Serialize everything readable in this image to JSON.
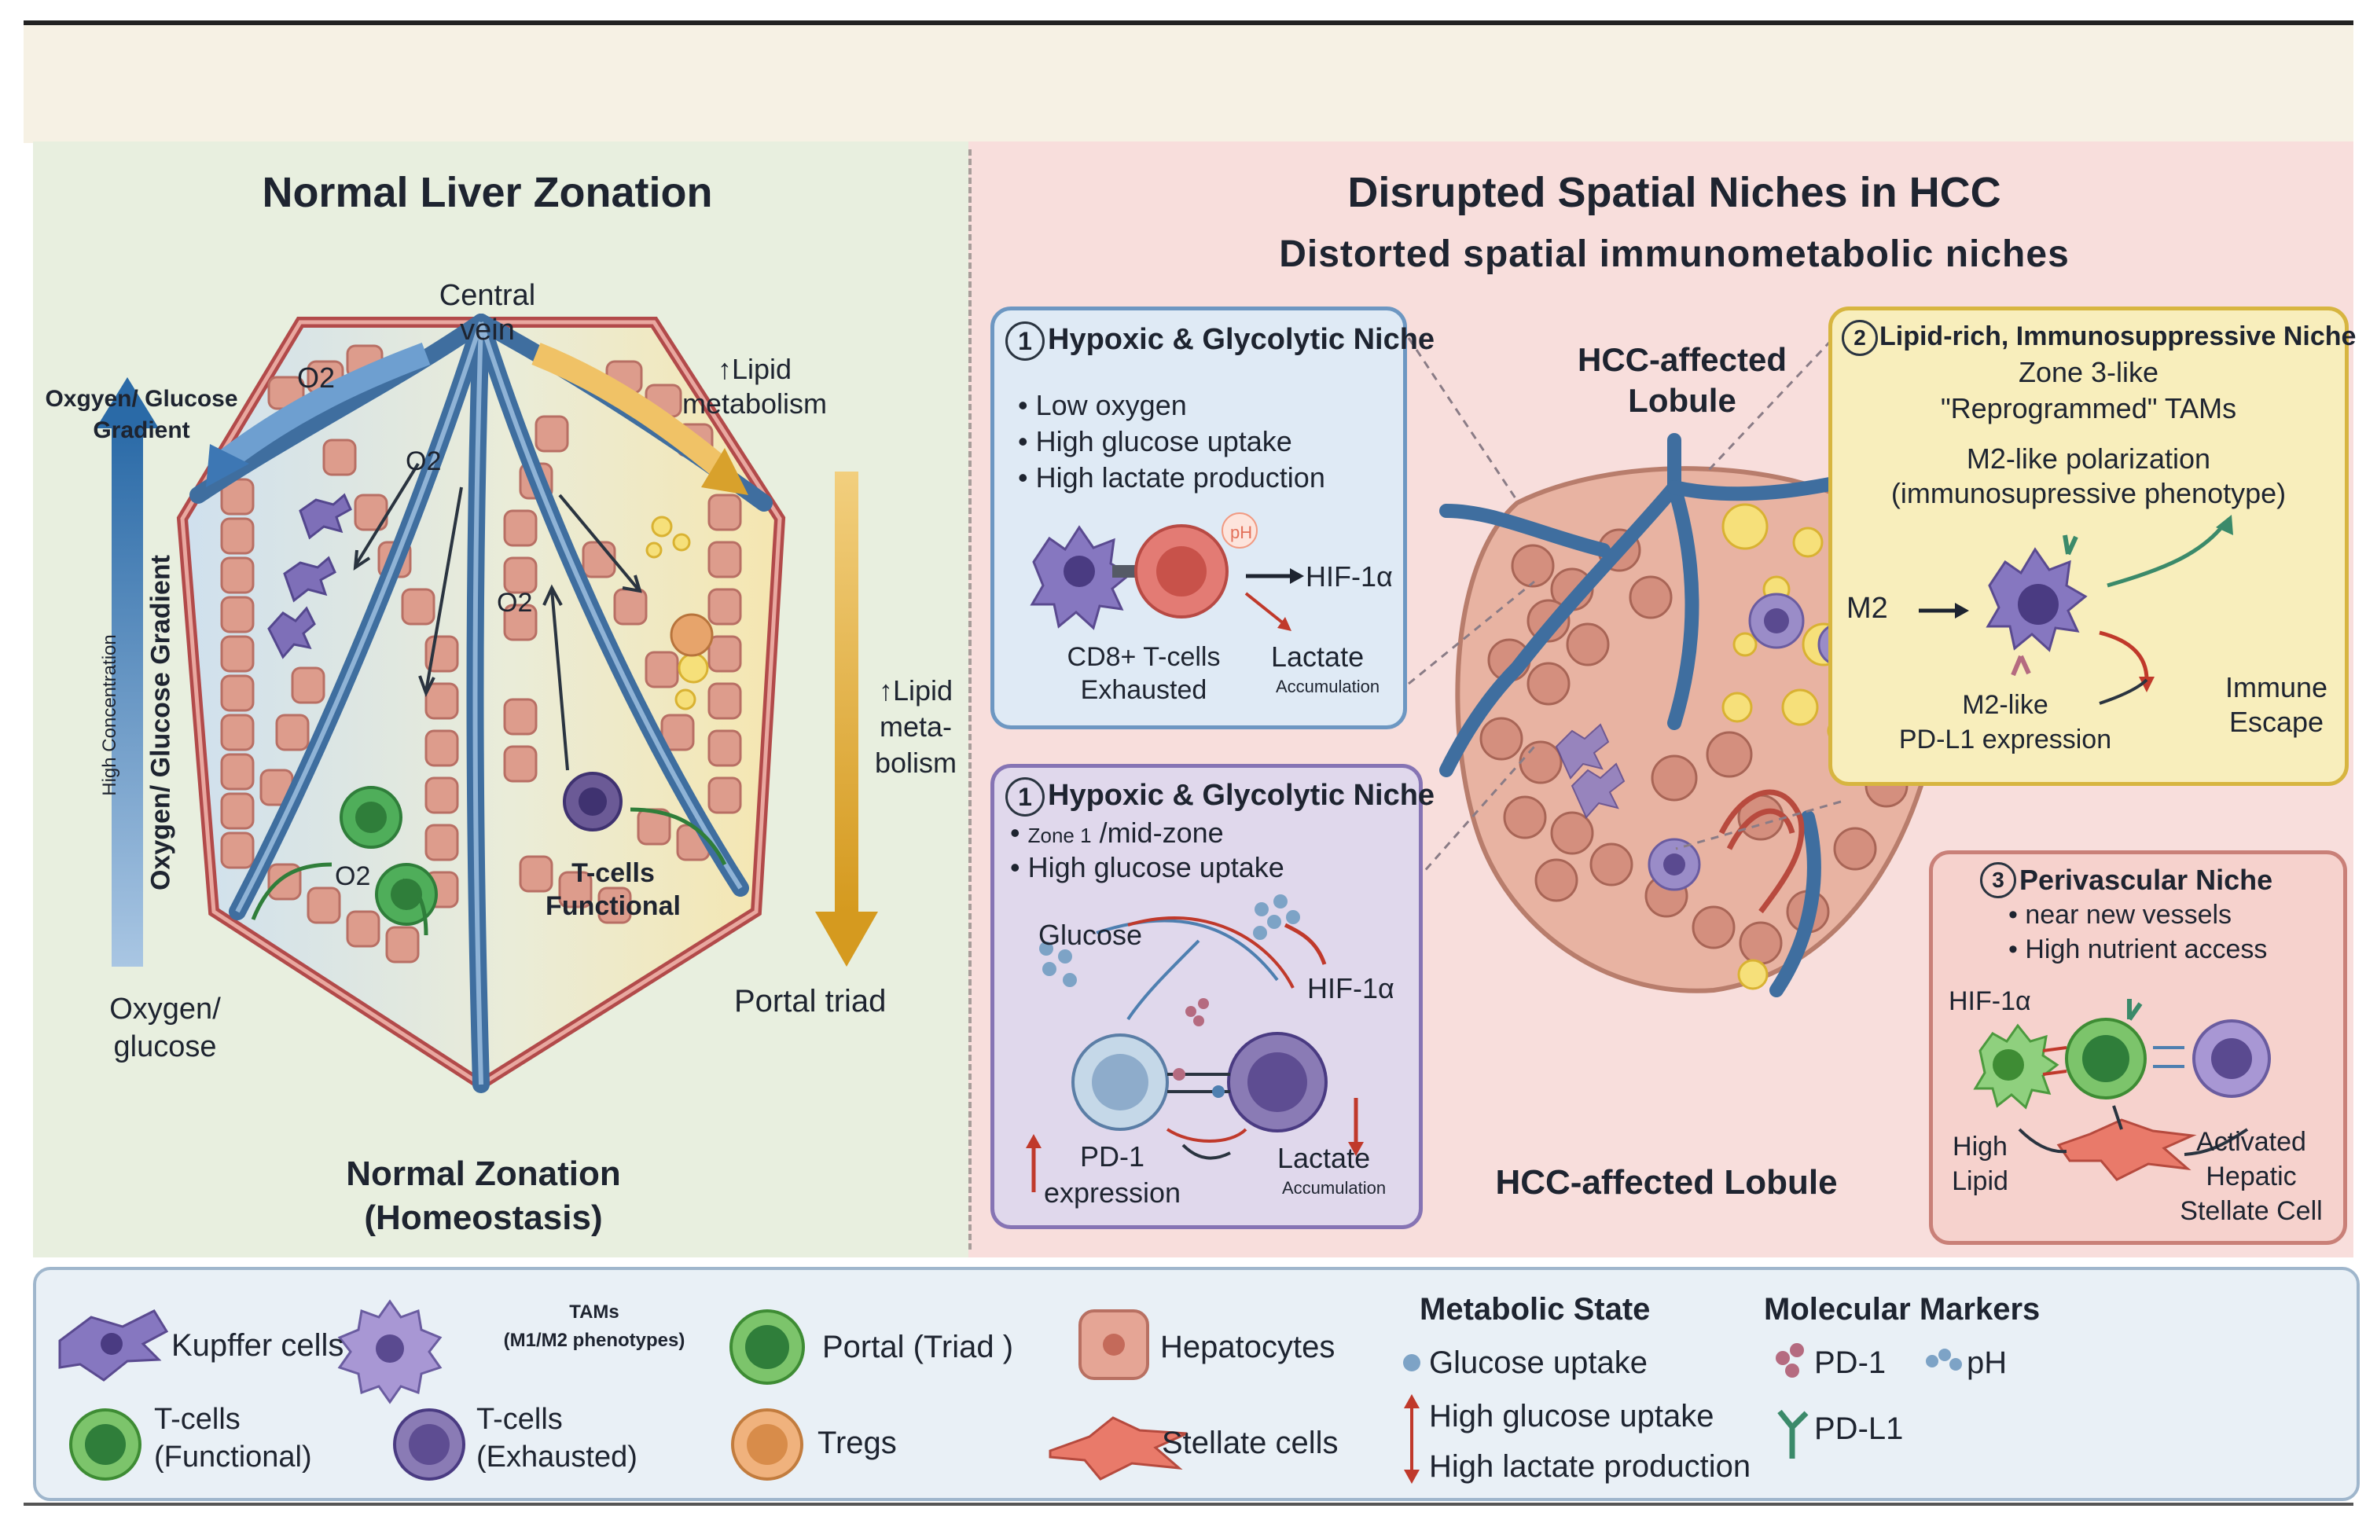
{
  "left": {
    "title": "Normal Liver Zonation",
    "central_vein": "Central\nvein",
    "o2_top": "O2",
    "o2_mid1": "O2",
    "o2_mid2": "O2",
    "o2_low": "O2",
    "lipid_top": "↑Lipid\nmetabolism",
    "lipid_right": "↑Lipid\nmeta-\nbolism",
    "gradient_label": "Oxgyen/ Glucose\nGradient",
    "vertical_main": "Oxygen/ Glucose Gradient",
    "vertical_small": "High Concentration",
    "oxygen_glucose": "Oxygen/\nglucose",
    "portal_triad": "Portal triad",
    "tcells": "T-cells\nFunctional",
    "caption": "Normal Zonation\n(Homeostasis)"
  },
  "right": {
    "title": "Disrupted Spatial Niches in HCC",
    "subtitle": "Distorted spatial immunometabolic niches",
    "lobule_top": "HCC-affected\nLobule",
    "lobule_bottom": "HCC-affected Lobule",
    "niche1a": {
      "num": "1",
      "title": "Hypoxic & Glycolytic Niche",
      "bullets": [
        "Low oxygen",
        "High glucose uptake",
        "High lactate production"
      ],
      "ph": "pH",
      "hif": "HIF-1α",
      "cd8": "CD8+ T-cells\nExhausted",
      "lactate": "Lactate",
      "accum": "Accumulation"
    },
    "niche1b": {
      "num": "1",
      "title": "Hypoxic & Glycolytic Niche",
      "zone_prefix": "Zone 1",
      "zone_suffix": " /mid-zone",
      "bullet2": "High glucose uptake",
      "glucose": "Glucose",
      "hif": "HIF-1α",
      "pd1": "PD-1\nexpression",
      "lactate": "Lactate",
      "accum": "Accumulation"
    },
    "niche2": {
      "num": "2",
      "title": "Lipid-rich, Immunosuppressive Niche",
      "line1": "Zone 3-like",
      "line2": "\"Reprogrammed\" TAMs",
      "line3": "M2-like polarization",
      "line4": "(immunosupressive phenotype)",
      "m2": "M2",
      "pdl1": "M2-like\nPD-L1 expression",
      "escape": "Immune\nEscape"
    },
    "niche3": {
      "num": "3",
      "title": "Perivascular Niche",
      "bullets": [
        "near new vessels",
        "High nutrient access"
      ],
      "hif": "HIF-1α",
      "lipid": "High\nLipid",
      "stellate": "Activated\nHepatic\nStellate Cell"
    }
  },
  "legend": {
    "kupffer": "Kupffer cells",
    "tams": "TAMs",
    "tams_sub": "(M1/M2 phenotypes)",
    "portal": "Portal (Triad  )",
    "hepatocytes": "Hepatocytes",
    "tcells_func": "T-cells\n(Functional)",
    "tcells_exh": "T-cells\n(Exhausted)",
    "tregs": "Tregs",
    "stellate": "Stellate cells",
    "metabolic_title": "Metabolic State",
    "glucose_uptake": "Glucose uptake",
    "high_glucose": "High glucose uptake",
    "high_lactate": "High lactate production",
    "molecular_title": "Molecular Markers",
    "pd1": "PD-1",
    "ph": "pH",
    "pdl1": "PD-L1"
  },
  "colors": {
    "vein": "#3f6e9f",
    "hepatocyte": "#d99a8a",
    "oxygen_arrow": "#2f6da8",
    "lipid_arrow": "#d8a12c",
    "functional_t": "#4fae5a",
    "exhausted_t": "#6b5a96"
  }
}
